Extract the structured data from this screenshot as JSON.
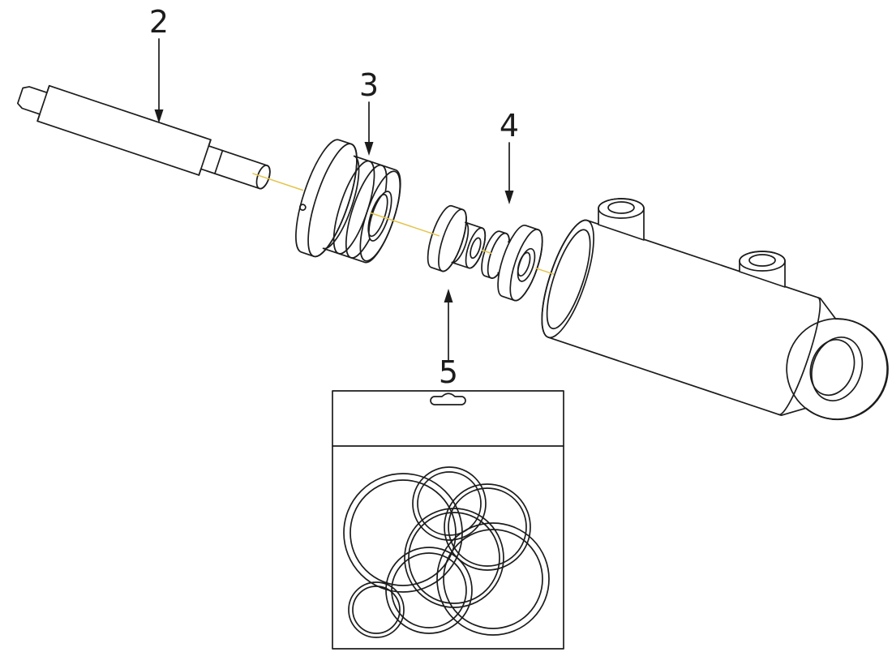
{
  "figure": {
    "kind": "exploded-parts-diagram",
    "callouts": [
      {
        "number": "2",
        "target": "piston-rod"
      },
      {
        "number": "3",
        "target": "gland"
      },
      {
        "number": "4",
        "target": "piston"
      },
      {
        "number": "5",
        "target": "seal-kit"
      }
    ]
  },
  "colors": {
    "line": "#1c1c1c",
    "centerline": "#e4c44a",
    "background": "#ffffff"
  }
}
